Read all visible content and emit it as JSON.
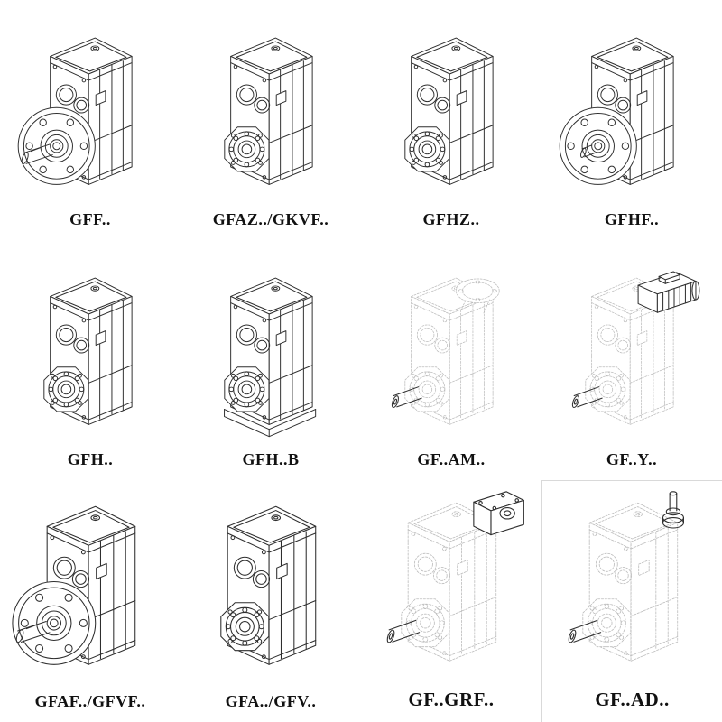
{
  "page": {
    "background": "#ffffff",
    "line_color": "#2e2e2e",
    "ghost_line_color": "#bcbcbc"
  },
  "catalog": {
    "rows": 3,
    "cols": 4,
    "items": [
      {
        "label": "GFF..",
        "drawing": "flange-output-gearbox"
      },
      {
        "label": "GFAZ../GKVF..",
        "drawing": "hollow-bore-gearbox"
      },
      {
        "label": "GFHZ..",
        "drawing": "hollow-bore-gearbox"
      },
      {
        "label": "GFHF..",
        "drawing": "flange-gearbox"
      },
      {
        "label": "GFH..",
        "drawing": "bearing-bore-gearbox"
      },
      {
        "label": "GFH..B",
        "drawing": "bearing-bore-gearbox-with-foot"
      },
      {
        "label": "GF..AM..",
        "drawing": "gearbox-with-input-flange-ghost"
      },
      {
        "label": "GF..Y..",
        "drawing": "gearbox-with-motor-ghost"
      },
      {
        "label": "GFAF../GFVF..",
        "drawing": "flange-output-gearbox"
      },
      {
        "label": "GFA../GFV..",
        "drawing": "hollow-bore-gearbox"
      },
      {
        "label": "GF..GRF..",
        "drawing": "gearbox-with-adapter-block-ghost"
      },
      {
        "label": "GF..AD..",
        "drawing": "gearbox-with-input-shaft-ghost"
      }
    ]
  }
}
